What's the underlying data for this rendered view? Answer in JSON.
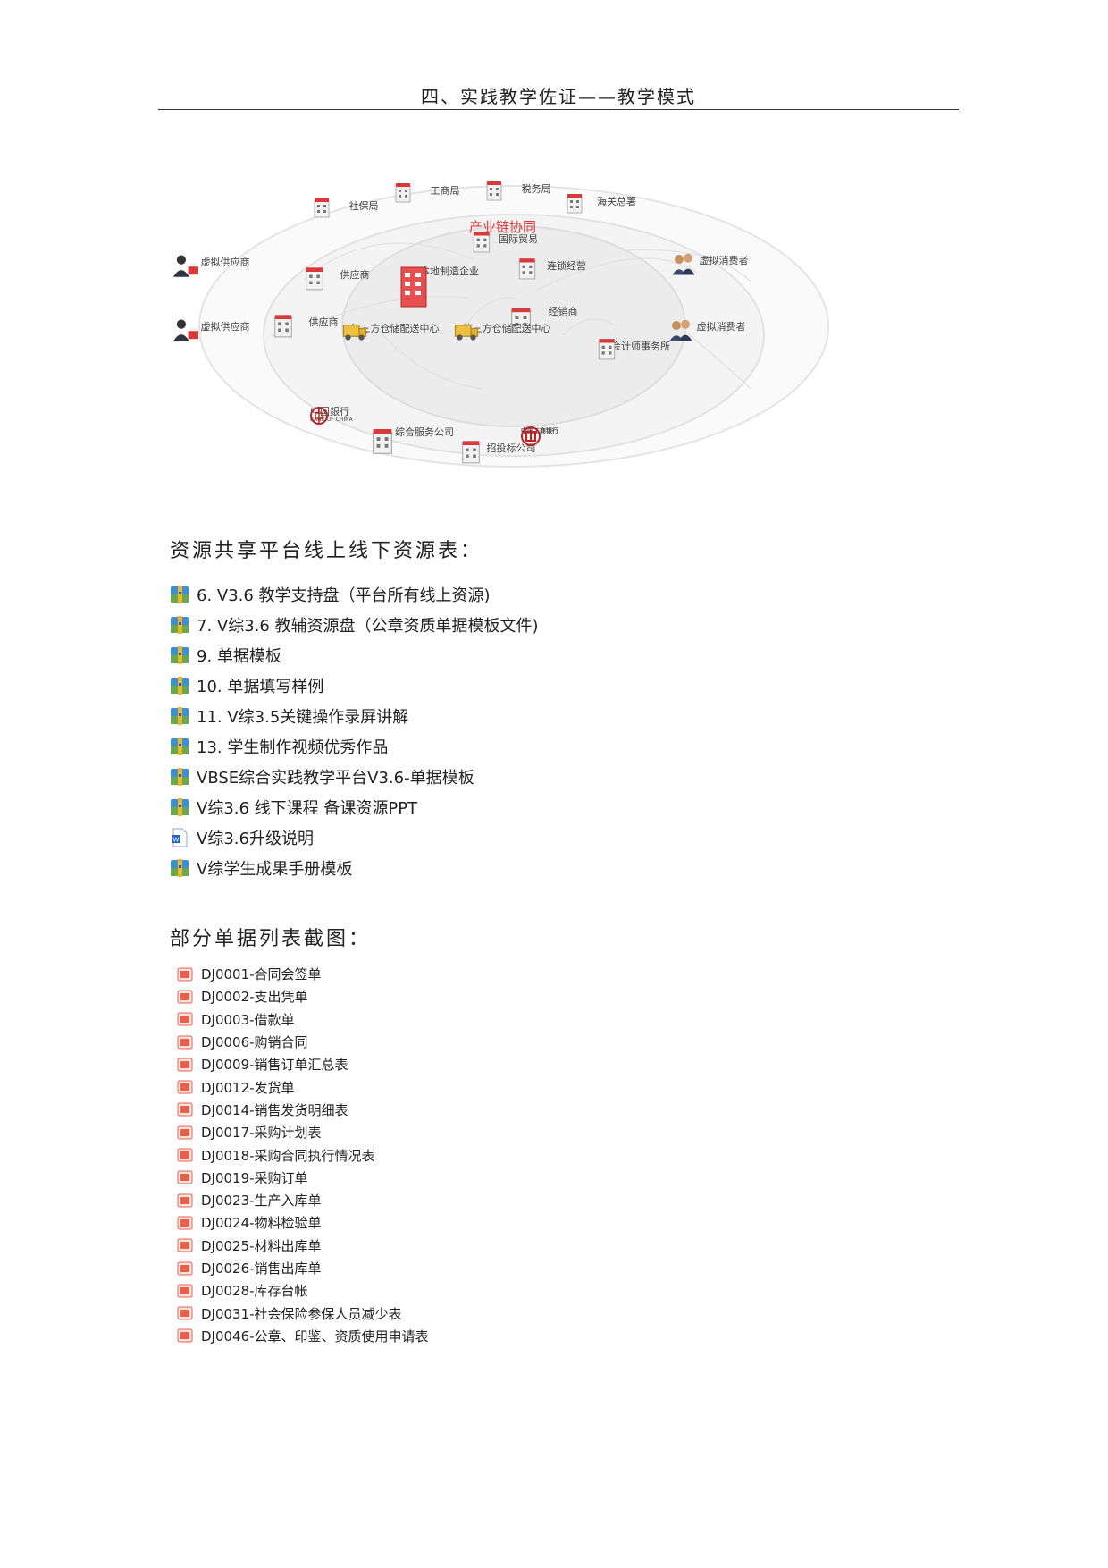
{
  "header": {
    "title": "四、实践教学佐证——教学模式"
  },
  "diagram": {
    "center_title": "产业链协同",
    "center": "本地制造企业",
    "inner": {
      "supplier_1": "供应商",
      "supplier_2": "供应商",
      "intl_trade": "国际贸易",
      "chain_ops": "连锁经营",
      "distributor": "经销商",
      "logistics_1": "第三方仓储配送中心",
      "logistics_2": "第三方仓储配送中心"
    },
    "middle": {
      "social_security": "社保局",
      "industry_commerce": "工商局",
      "tax": "税务局",
      "customs": "海关总署",
      "accounting": "会计师事务所",
      "services": "综合服务公司",
      "bidding": "招投标公司",
      "boc_cn": "中国銀行",
      "boc_en": "BANK OF CHINA",
      "icbc_cn": "中国工商银行"
    },
    "outer": {
      "virtual_supplier_1": "虚拟供应商",
      "virtual_supplier_2": "虚拟供应商",
      "virtual_consumer_1": "虚拟消费者",
      "virtual_consumer_2": "虚拟消费者"
    }
  },
  "resources": {
    "title": "资源共享平台线上线下资源表：",
    "items": [
      {
        "label": "6. V3.6 教学支持盘（平台所有线上资源)",
        "icon": "archive-icon"
      },
      {
        "label": "7. V综3.6 教辅资源盘（公章资质单据模板文件)",
        "icon": "archive-icon"
      },
      {
        "label": "9. 单据模板",
        "icon": "archive-icon"
      },
      {
        "label": "10. 单据填写样例",
        "icon": "archive-icon"
      },
      {
        "label": "11. V综3.5关键操作录屏讲解",
        "icon": "archive-icon"
      },
      {
        "label": "13. 学生制作视频优秀作品",
        "icon": "archive-icon"
      },
      {
        "label": "VBSE综合实践教学平台V3.6-单据模板",
        "icon": "archive-icon"
      },
      {
        "label": "V综3.6 线下课程 备课资源PPT",
        "icon": "archive-icon"
      },
      {
        "label": "V综3.6升级说明",
        "icon": "word-doc-icon"
      },
      {
        "label": "V综学生成果手册模板",
        "icon": "archive-icon"
      }
    ]
  },
  "bills": {
    "title": "部分单据列表截图：",
    "items": [
      "DJ0001-合同会签单",
      "DJ0002-支出凭单",
      "DJ0003-借款单",
      "DJ0006-购销合同",
      "DJ0009-销售订单汇总表",
      "DJ0012-发货单",
      "DJ0014-销售发货明细表",
      "DJ0017-采购计划表",
      "DJ0018-采购合同执行情况表",
      "DJ0019-采购订单",
      "DJ0023-生产入库单",
      "DJ0024-物料检验单",
      "DJ0025-材料出库单",
      "DJ0026-销售出库单",
      "DJ0028-库存台帐",
      "DJ0031-社会保险参保人员减少表",
      "DJ0046-公章、印鉴、资质使用申请表"
    ]
  },
  "colors": {
    "accent": "#e03a3a",
    "ring": "#e6e6e6",
    "ppt_icon": "#e8604c"
  }
}
